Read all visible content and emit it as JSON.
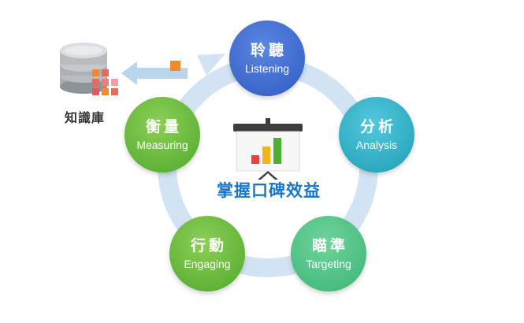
{
  "knowledge_base": {
    "label": "知識庫",
    "icon": "database-icon"
  },
  "center": {
    "icon": "presentation-board-chart-icon",
    "title": "掌握口碑效益"
  },
  "cycle": [
    {
      "zh": "聆聽",
      "en": "Listening",
      "color": "#3a67cf"
    },
    {
      "zh": "分析",
      "en": "Analysis",
      "color": "#2fb1c6"
    },
    {
      "zh": "瞄準",
      "en": "Targeting",
      "color": "#4fc185"
    },
    {
      "zh": "行動",
      "en": "Engaging",
      "color": "#63b73b"
    },
    {
      "zh": "衡量",
      "en": "Measuring",
      "color": "#63b73b"
    }
  ],
  "colors": {
    "ring": "#cbdff0",
    "accent_orange": "#f08a2a",
    "accent_red": "#e05a5a"
  }
}
